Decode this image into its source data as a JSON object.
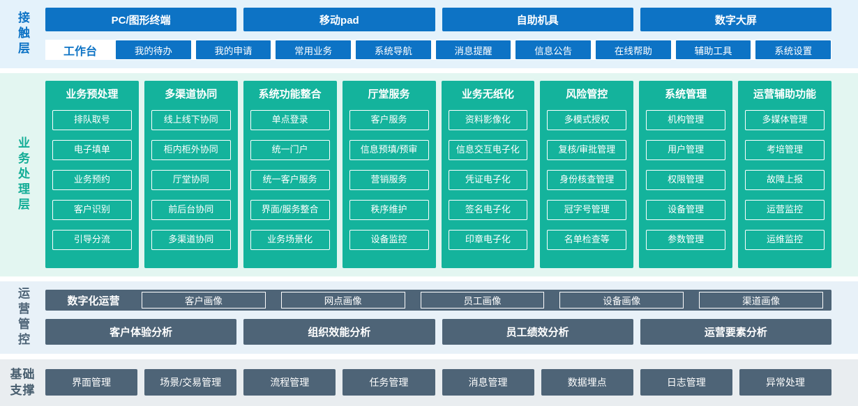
{
  "colors": {
    "primary_blue": "#0d73c5",
    "teal": "#14b39c",
    "slate": "#4e6477"
  },
  "layers": {
    "contact": {
      "label": "接触层",
      "terminals": [
        "PC/图形终端",
        "移动pad",
        "自助机具",
        "数字大屏"
      ],
      "workbench_label": "工作台",
      "workbench_items": [
        "我的待办",
        "我的申请",
        "常用业务",
        "系统导航",
        "消息提醒",
        "信息公告",
        "在线帮助",
        "辅助工具",
        "系统设置"
      ]
    },
    "business": {
      "label": "业务处理层",
      "columns": [
        {
          "title": "业务预处理",
          "items": [
            "排队取号",
            "电子填单",
            "业务预约",
            "客户识别",
            "引导分流"
          ]
        },
        {
          "title": "多渠道协同",
          "items": [
            "线上线下协同",
            "柜内柜外协同",
            "厅堂协同",
            "前后台协同",
            "多渠道协同"
          ]
        },
        {
          "title": "系统功能整合",
          "items": [
            "单点登录",
            "统一门户",
            "统一客户服务",
            "界面/服务整合",
            "业务场景化"
          ]
        },
        {
          "title": "厅堂服务",
          "items": [
            "客户服务",
            "信息预填/预审",
            "营销服务",
            "秩序维护",
            "设备监控"
          ]
        },
        {
          "title": "业务无纸化",
          "items": [
            "资料影像化",
            "信息交互电子化",
            "凭证电子化",
            "签名电子化",
            "印章电子化"
          ]
        },
        {
          "title": "风险管控",
          "items": [
            "多模式授权",
            "复核/审批管理",
            "身份核查管理",
            "冠字号管理",
            "名单检查等"
          ]
        },
        {
          "title": "系统管理",
          "items": [
            "机构管理",
            "用户管理",
            "权限管理",
            "设备管理",
            "参数管理"
          ]
        },
        {
          "title": "运营辅助功能",
          "items": [
            "多媒体管理",
            "考培管理",
            "故障上报",
            "运营监控",
            "运维监控"
          ]
        }
      ]
    },
    "operations": {
      "label": "运营管控",
      "digital_label": "数字化运营",
      "profiles": [
        "客户画像",
        "网点画像",
        "员工画像",
        "设备画像",
        "渠道画像"
      ],
      "analyses": [
        "客户体验分析",
        "组织效能分析",
        "员工绩效分析",
        "运营要素分析"
      ]
    },
    "foundation": {
      "label": "基础支撑",
      "items": [
        "界面管理",
        "场景/交易管理",
        "流程管理",
        "任务管理",
        "消息管理",
        "数据埋点",
        "日志管理",
        "异常处理"
      ]
    }
  }
}
